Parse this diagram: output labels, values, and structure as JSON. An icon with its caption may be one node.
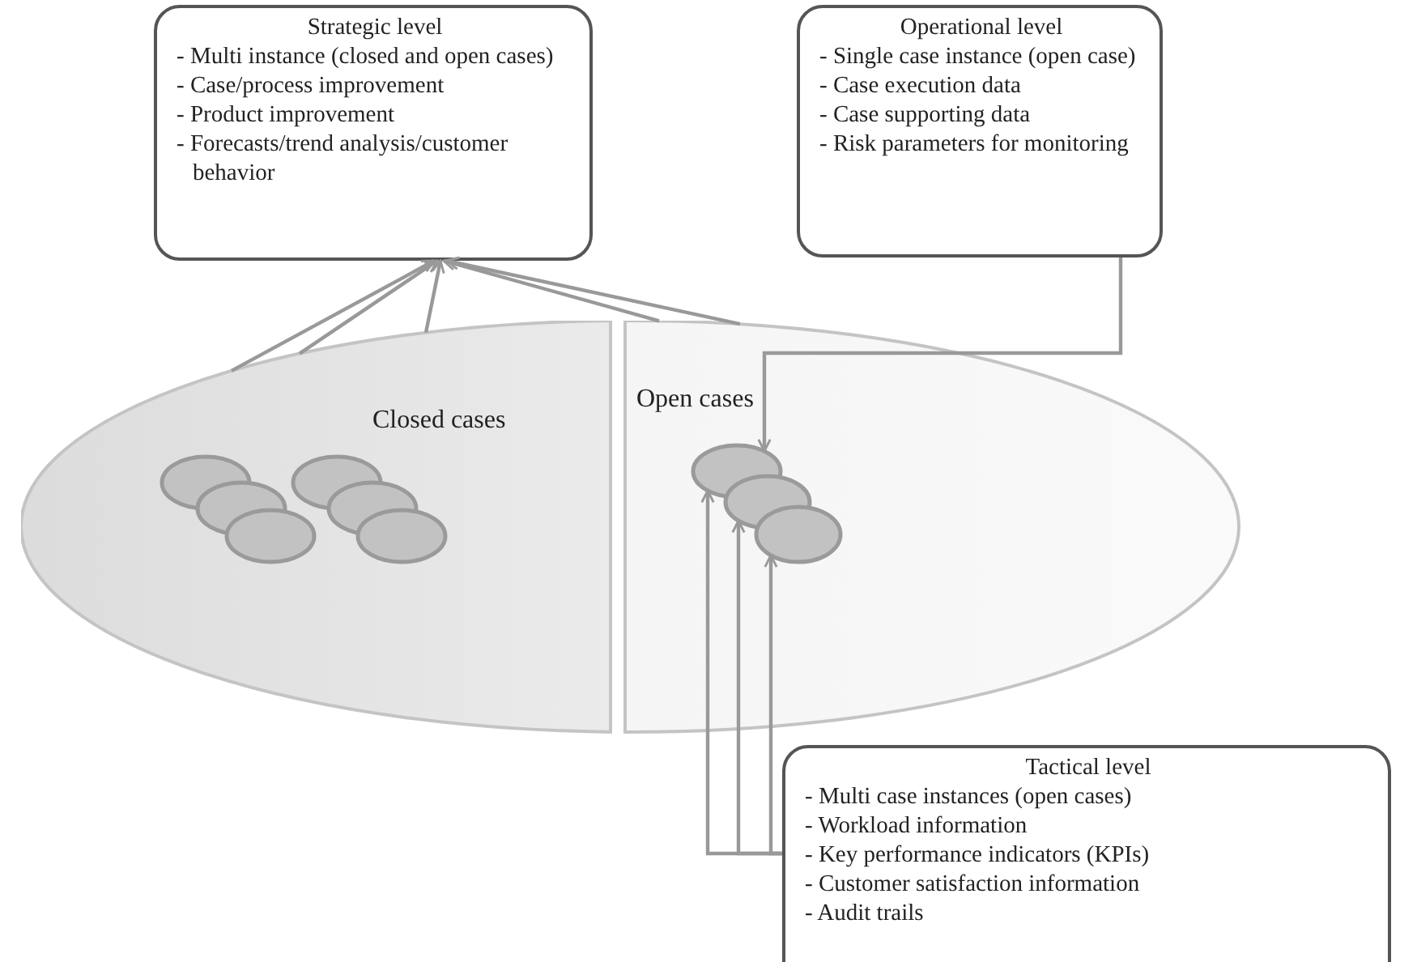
{
  "diagram": {
    "nodes": [
      {
        "text": [
          "Strategic level",
          "- Multi instance (closed and open cases)",
          "- Case/process improvement",
          "- Product improvement",
          "- Forecasts/trend analysis/customer behavior"
        ]
      },
      {
        "text": [
          "Operational level",
          "- Single case instance (open case)",
          "- Case execution data",
          "- Case supporting data",
          "- Risk parameters for monitoring"
        ]
      },
      {
        "text": [
          "Closed cases"
        ]
      },
      {
        "text": [],
        "shape": "circle",
        "in": 2
      },
      {
        "text": [],
        "shape": "circle",
        "in": 2
      },
      {
        "text": [],
        "shape": "circle",
        "in": 2
      },
      {
        "text": [],
        "shape": "circle",
        "in": 2
      },
      {
        "text": [],
        "shape": "circle",
        "in": 2
      },
      {
        "text": [],
        "shape": "circle",
        "in": 2
      },
      {
        "text": [
          "Open cases"
        ]
      },
      {
        "text": [],
        "shape": "circle",
        "in": 9
      },
      {
        "text": [],
        "shape": "circle",
        "in": 9
      },
      {
        "text": [],
        "shape": "circle",
        "in": 9
      },
      {
        "text": [
          "Tactical level",
          "- Multi case instances (open cases)",
          "- Workload information",
          "- Key performance indicators (KPIs)",
          "- Customer satisfaction information",
          "- Audit trails"
        ]
      }
    ],
    "edges": [
      {
        "from": 2,
        "to": 0,
        "arrow": "to"
      },
      {
        "from": 2,
        "to": 0,
        "arrow": "to"
      },
      {
        "from": 2,
        "to": 0,
        "arrow": "to"
      },
      {
        "from": 9,
        "to": 0,
        "arrow": "to"
      },
      {
        "from": 9,
        "to": 0,
        "arrow": "to"
      },
      {
        "from": 1,
        "to": 10,
        "arrow": "to"
      },
      {
        "from": 13,
        "to": 10,
        "arrow": "to"
      },
      {
        "from": 13,
        "to": 11,
        "arrow": "to"
      },
      {
        "from": 13,
        "to": 12,
        "arrow": "to"
      }
    ]
  }
}
